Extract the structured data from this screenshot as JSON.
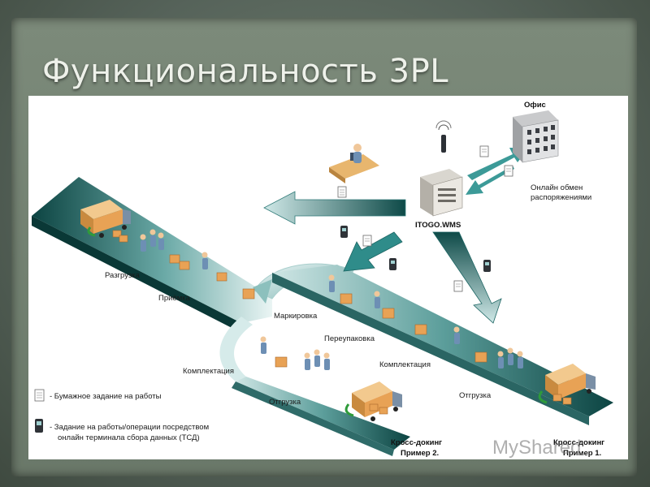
{
  "slide": {
    "title": "Функциональность 3PL"
  },
  "diagram": {
    "office_label": "Офис",
    "exchange_label_line1": "Онлайн обмен",
    "exchange_label_line2": "распоряжениями",
    "server_label": "ITOGO.WMS",
    "stages": {
      "unloading": "Разгрузка",
      "receiving": "Приёмка",
      "marking": "Маркировка",
      "repacking": "Переупаковка",
      "picking_left": "Комплектация",
      "picking_right": "Комплектация",
      "shipping_left": "Отгрузка",
      "shipping_right": "Отгрузка"
    },
    "crossdock_2_line1": "Кросс-докинг",
    "crossdock_2_line2": "Пример 2.",
    "crossdock_1_line1": "Кросс-докинг",
    "crossdock_1_line2": "Пример 1.",
    "legend": {
      "paper_task": "- Бумажное задание на работы",
      "terminal_task_line1": "- Задание на работы/операции посредством",
      "terminal_task_line2": "онлайн терминала сбора данных (ТСД)"
    },
    "colors": {
      "belt_dark": "#0f4f4d",
      "belt_light": "#cfe8e7",
      "arrow_teal": "#2f8c8a",
      "box_orange": "#e8a255"
    }
  },
  "watermark": {
    "text": "MyShared"
  }
}
